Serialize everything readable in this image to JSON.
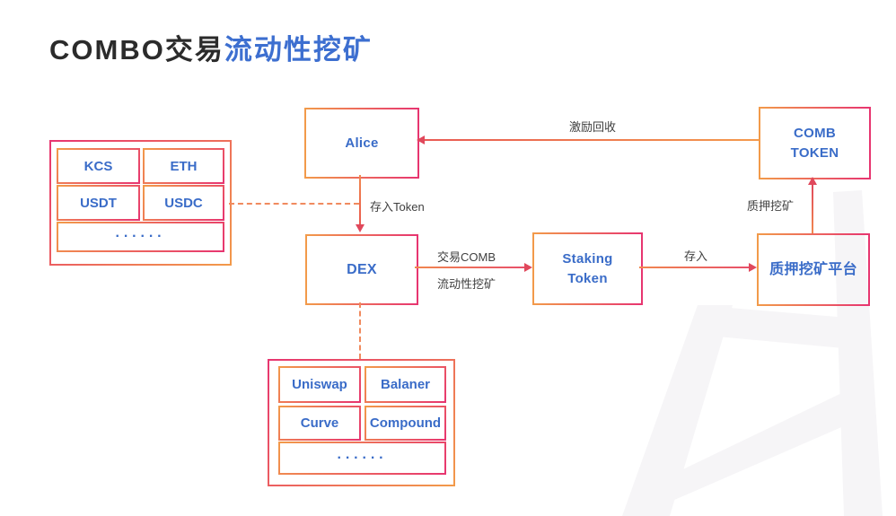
{
  "title": {
    "prefix": "COMBO交易",
    "highlight": "流动性挖矿"
  },
  "colors": {
    "orange": "#f29a4a",
    "pink": "#e73570",
    "blue": "#3a6cc8",
    "line": "#ef7d4b",
    "arrow_head": "#e0485c",
    "label": "#3f3f3f",
    "title_dark": "#2b2b2b",
    "title_blue": "#3d6fd0",
    "dash": "#f08a5e",
    "watermark": "#f6f5f7"
  },
  "token_group": {
    "items": [
      "KCS",
      "ETH",
      "USDT",
      "USDC"
    ],
    "more": "······"
  },
  "dex_group": {
    "items": [
      "Uniswap",
      "Balaner",
      "Curve",
      "Compound"
    ],
    "more": "······"
  },
  "nodes": {
    "alice": "Alice",
    "comb_token_line1": "COMB",
    "comb_token_line2": "TOKEN",
    "dex": "DEX",
    "staking_line1": "Staking",
    "staking_line2": "Token",
    "platform": "质押挖矿平台"
  },
  "edges": {
    "incentive": "激励回收",
    "deposit_token": "存入Token",
    "trade": "交易COMB",
    "liquidity": "流动性挖矿",
    "deposit": "存入",
    "stake_mining": "质押挖矿"
  }
}
